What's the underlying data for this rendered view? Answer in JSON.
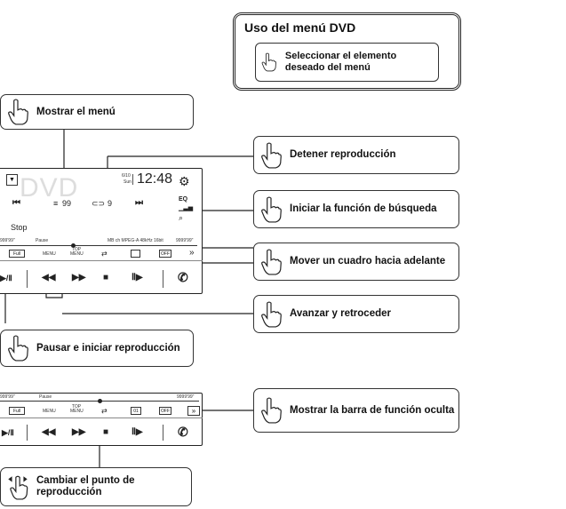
{
  "title_box": {
    "title": "Uso del menú DVD",
    "instruction": "Seleccionar el elemento deseado del menú"
  },
  "callouts": {
    "show_menu": "Mostrar el menú",
    "stop_playback": "Detener reproducción",
    "search": "Iniciar la función de búsqueda",
    "frame_advance": "Mover un cuadro hacia adelante",
    "ffwd_rewind": "Avanzar y retroceder",
    "pause_play": "Pausar e iniciar reproducción",
    "hidden_bar": "Mostrar la barra de función oculta",
    "change_point": "Cambiar el punto de reproducción"
  },
  "screen1": {
    "source_logo": "DVD",
    "date_top": "6/10",
    "date_day": "Sun",
    "clock": "12:48",
    "title_no": "99",
    "chapter_no": "9",
    "status": "Stop",
    "eq": "EQ",
    "time_left": "999'99\"",
    "pause_label": "Pause",
    "time_right": "9999'99\"",
    "codec": "MB ch  MPEG-A  48kHz 16bit",
    "full_btn": "Full",
    "menu_btn": "MENU",
    "top_menu_btn": "TOP MENU",
    "off_btn": "OFF",
    "more_btn": "»"
  },
  "screen2": {
    "time_left": "999'99\"",
    "pause_label": "Pause",
    "time_right": "9999'99\"",
    "full_btn": "Full",
    "menu_btn": "MENU",
    "top_menu_btn": "TOP MENU",
    "angle_btn": "01",
    "off_btn": "OFF",
    "more_btn": "»"
  },
  "icons": {
    "pointer": "pointing-hand-icon",
    "swipe": "swipe-hand-icon",
    "settings": "gear-icon",
    "search": "magnifier-icon",
    "phone": "phone-icon"
  }
}
